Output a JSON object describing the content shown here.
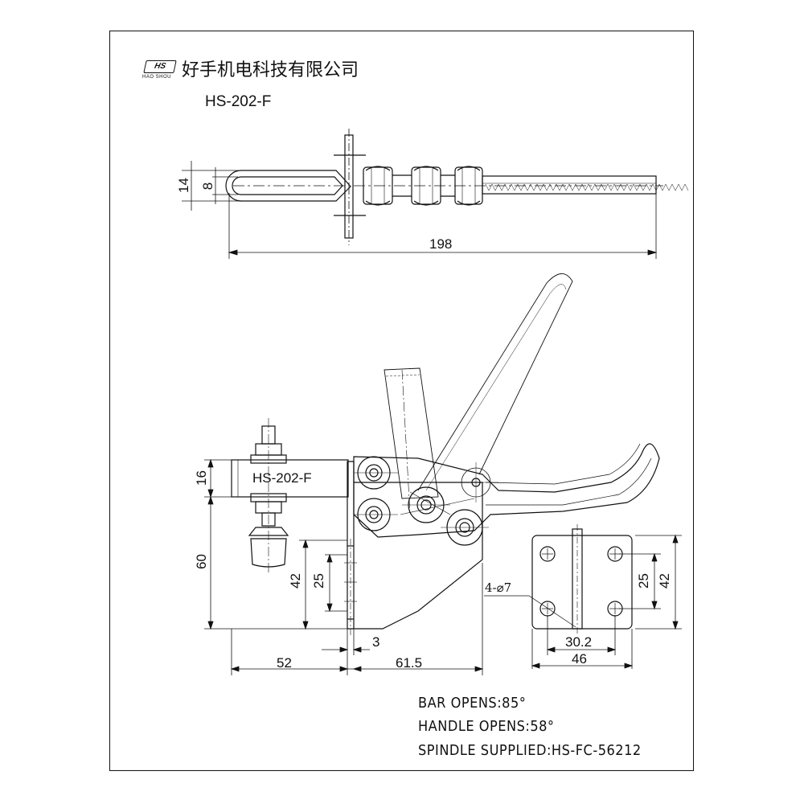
{
  "header": {
    "logo_mark": "HS",
    "logo_sub": "HAO SHOU",
    "company_name": "好手机电科技有限公司",
    "model": "HS-202-F"
  },
  "top_view": {
    "dim_height_outer": "14",
    "dim_height_inner": "8",
    "dim_total_length": "198"
  },
  "side_view": {
    "arm_label": "HS-202-F",
    "dim_arm_height": "16",
    "dim_spindle_height": "60",
    "dim_base_42": "42",
    "dim_base_25": "25",
    "dim_offset_3": "3",
    "dim_reach_52": "52",
    "dim_base_61_5": "61.5"
  },
  "base_plate_view": {
    "hole_callout": "4-⌀7",
    "dim_height_25": "25",
    "dim_height_42": "42",
    "dim_width_30_2": "30.2",
    "dim_width_46": "46"
  },
  "specs": [
    "BAR OPENS:85°",
    "HANDLE OPENS:58°",
    "SPINDLE SUPPLIED:HS-FC-56212"
  ]
}
